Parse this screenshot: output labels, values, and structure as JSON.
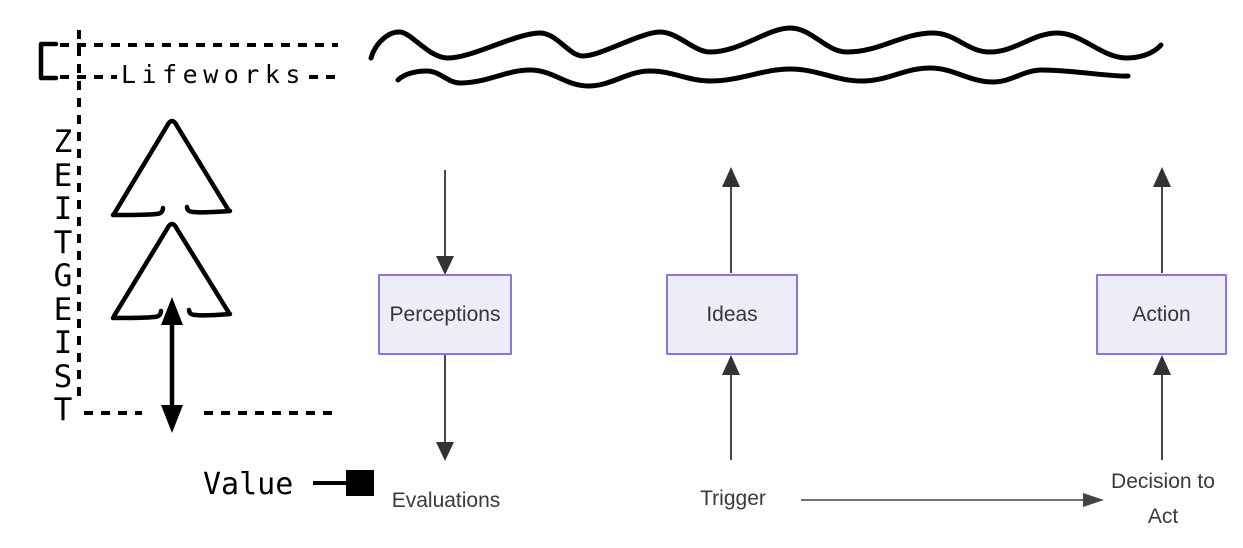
{
  "left_panel": {
    "lifeworks_label": "Lifeworks",
    "zeitgeist_label": "ZEITGEIST",
    "value_label": "Value"
  },
  "flow": {
    "boxes": [
      {
        "label": "Perceptions"
      },
      {
        "label": "Ideas"
      },
      {
        "label": "Action"
      }
    ],
    "evaluations_label": "Evaluations",
    "trigger_label": "Trigger",
    "decision_label": "Decision to Act"
  },
  "icons": {
    "wave_top": "hand-drawn-wavy-line",
    "wave_bottom": "hand-drawn-wavy-line",
    "triangles": "stacked-triangle-outlines",
    "double_arrow": "vertical-double-headed-arrow",
    "value_marker": "black-square-with-stem"
  },
  "colors": {
    "background": "#ffffff",
    "ink": "#000000",
    "box_fill": "#ededf9",
    "box_border": "#9673d9",
    "box_text": "#35353f",
    "arrow": "#333333",
    "label_text": "#3a3a3a"
  }
}
